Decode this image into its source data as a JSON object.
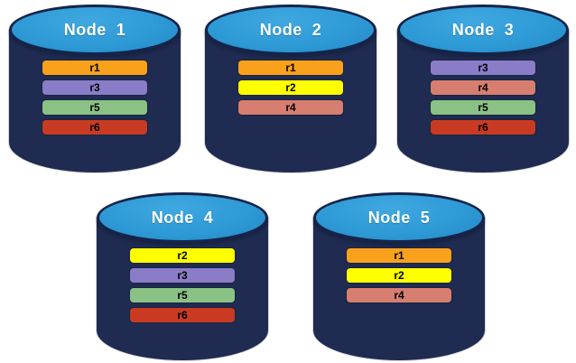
{
  "nodes": [
    {
      "label": "Node  1",
      "replicas": [
        "r1",
        "r3",
        "r5",
        "r6"
      ]
    },
    {
      "label": "Node  2",
      "replicas": [
        "r1",
        "r2",
        "r4"
      ]
    },
    {
      "label": "Node  3",
      "replicas": [
        "r3",
        "r4",
        "r5",
        "r6"
      ]
    },
    {
      "label": "Node  4",
      "replicas": [
        "r2",
        "r3",
        "r5",
        "r6"
      ]
    },
    {
      "label": "Node  5",
      "replicas": [
        "r1",
        "r2",
        "r4"
      ]
    }
  ],
  "replica_colors": {
    "r1": "#F9A11B",
    "r2": "#FFFF00",
    "r3": "#8B7CC8",
    "r4": "#D67E6F",
    "r5": "#8AC286",
    "r6": "#C83B22"
  },
  "cylinder_colors": {
    "body": "#1F2B50",
    "top_fill": "#2E9AD6",
    "top_light": "#3FA8E0",
    "top_dark": "#2289C5",
    "top_border": "#152449",
    "title_text": "#FFFFFF",
    "bar_text": "#000000"
  }
}
